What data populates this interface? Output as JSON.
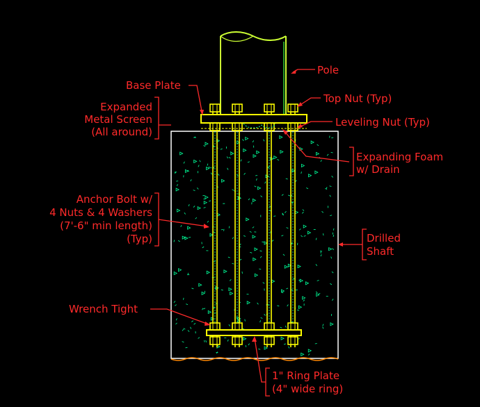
{
  "colors": {
    "background": "#000000",
    "leader": "#ff2a2a",
    "text": "#ff2a2a",
    "steel": "#ffff00",
    "concrete_outline": "#ffffff",
    "concrete_hatch": "#00ff99",
    "pole": "#ccff33",
    "ground": "#ff8800"
  },
  "labels": {
    "pole": "Pole",
    "base_plate": "Base Plate",
    "top_nut": "Top Nut (Typ)",
    "expanded_1": "Expanded",
    "expanded_2": "Metal Screen",
    "expanded_3": "(All around)",
    "leveling_nut": "Leveling Nut (Typ)",
    "foam_1": "Expanding Foam",
    "foam_2": "w/ Drain",
    "anchor_1": "Anchor Bolt w/",
    "anchor_2": "4 Nuts & 4 Washers",
    "anchor_3": "(7'-6\" min length)",
    "anchor_4": "(Typ)",
    "shaft_1": "Drilled",
    "shaft_2": "Shaft",
    "wrench": "Wrench Tight",
    "ring_1": "1\" Ring Plate",
    "ring_2": "(4\" wide ring)"
  }
}
